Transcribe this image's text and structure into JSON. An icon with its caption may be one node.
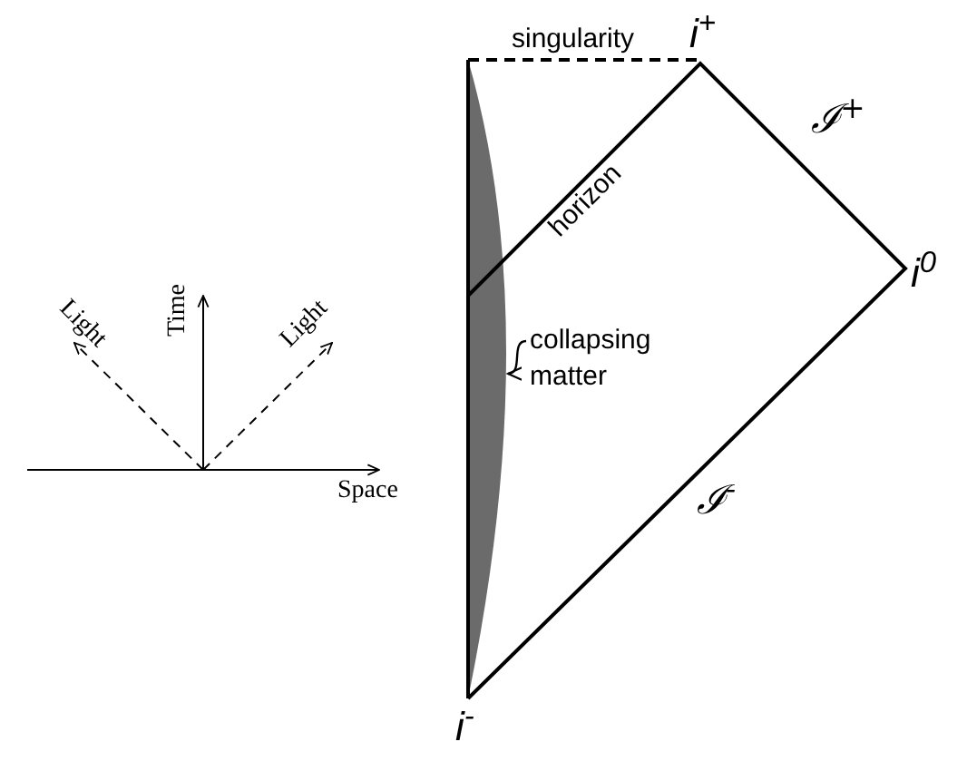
{
  "diagram": {
    "nodes": [
      {
        "text": [
          "collapsing matter"
        ]
      },
      {
        "text": [],
        "shape": "region"
      }
    ],
    "edges": [
      {
        "from": 0,
        "to": 1,
        "arrow": "to"
      }
    ],
    "labels": [
      "singularity",
      "i$^{+}$",
      "ℐ$^{+}$",
      "horizon",
      "i$^{0}$",
      "ℐ$^{-}$",
      "i$^{-}$",
      "Light",
      "Time",
      "Light",
      "Space"
    ]
  }
}
